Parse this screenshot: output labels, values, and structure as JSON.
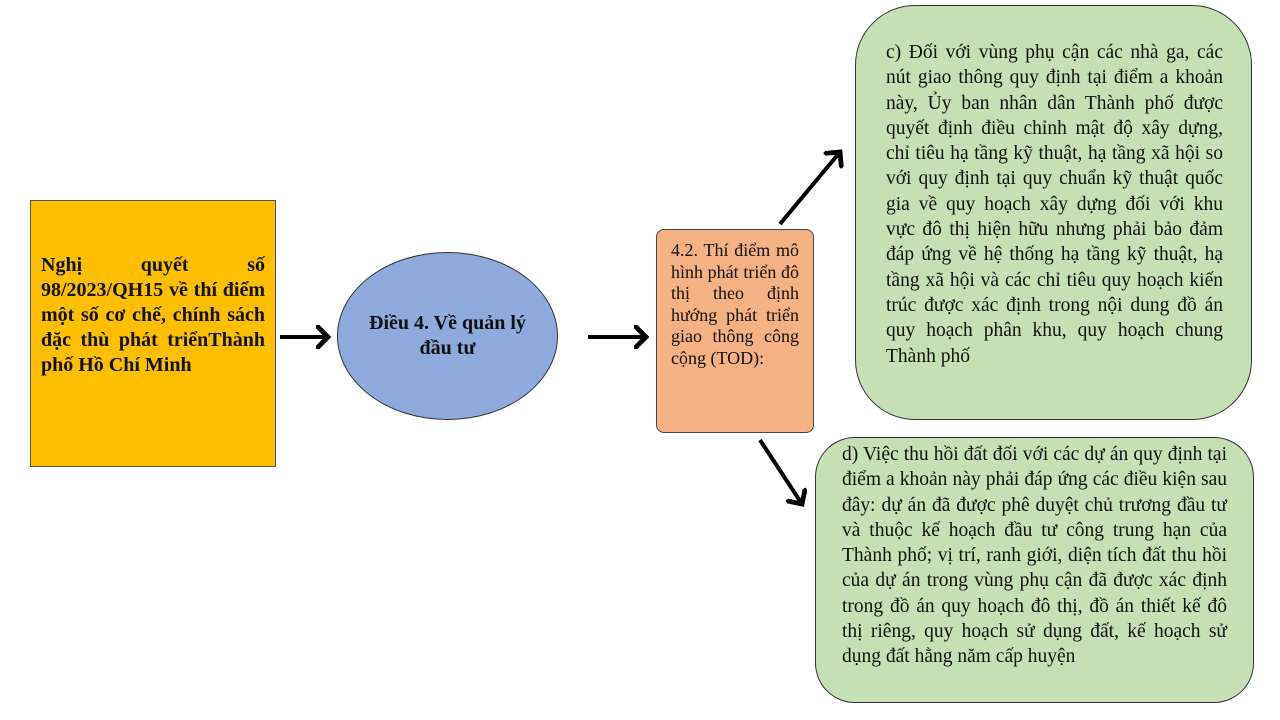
{
  "source_box": {
    "text": "Nghị quyết số 98/2023/QH15 về thí điểm một số cơ chế, chính sách đặc thù phát triểnThành phố Hồ Chí Minh"
  },
  "article_node": {
    "text": "Điều 4. Về quản lý đầu tư"
  },
  "tod_node": {
    "text": "4.2. Thí điểm mô hình phát triển đô thị theo định hướng phát triển giao thông công cộng (TOD):"
  },
  "point_c": {
    "text": "c) Đối với vùng phụ cận các nhà ga, các nút giao thông quy định tại điểm a khoản này, Ủy ban nhân dân Thành phố được quyết định điều chỉnh mật độ xây dựng, chỉ tiêu hạ tầng kỹ thuật, hạ tầng xã hội so với quy định tại quy chuẩn kỹ thuật quốc gia về quy hoạch xây dựng đối với khu vực đô thị hiện hữu nhưng phải bảo đảm đáp ứng về hệ thống hạ tầng kỹ thuật, hạ tầng xã hội và các chỉ tiêu quy hoạch kiến trúc được xác định trong nội dung đồ án quy hoạch phân khu, quy hoạch chung Thành phố"
  },
  "point_d": {
    "text": "d) Việc thu hồi đất đối với các dự án quy định tại điểm a khoản này phải đáp ứng các điều kiện sau đây: dự án đã được phê duyệt chủ trương đầu tư và thuộc kế hoạch đầu tư công trung hạn của Thành phố; vị trí, ranh giới, diện tích đất thu hồi của dự án trong vùng phụ cận đã được xác định trong đồ án quy hoạch đô thị, đồ án thiết kế đô thị riêng, quy hoạch sử dụng đất, kế hoạch sử dụng đất hằng năm cấp huyện"
  },
  "colors": {
    "source": "#fdbf00",
    "article": "#8faadc",
    "tod": "#f4b183",
    "points": "#c5e0b4"
  }
}
